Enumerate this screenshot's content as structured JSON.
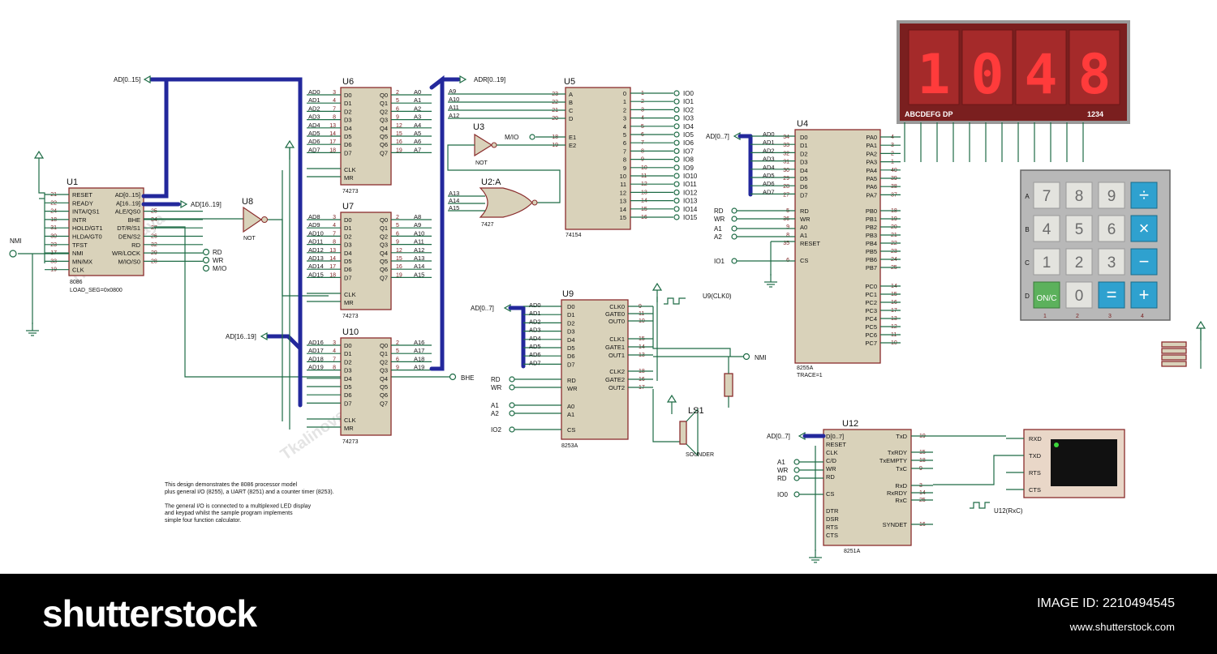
{
  "footer": {
    "logo": "shutterstock",
    "image_id": "IMAGE ID: 2210494545",
    "url": "www.shutterstock.com"
  },
  "watermark": {
    "author": "Tkalinovskaya"
  },
  "display": {
    "digits": "1048",
    "segment_label": "ABCDEFG DP",
    "digit_label": "1234"
  },
  "keypad": {
    "rows": [
      [
        "7",
        "8",
        "9",
        "÷"
      ],
      [
        "4",
        "5",
        "6",
        "×"
      ],
      [
        "1",
        "2",
        "3",
        "−"
      ],
      [
        "ON/C",
        "0",
        "=",
        "+"
      ]
    ],
    "row_labels": [
      "A",
      "B",
      "C",
      "D"
    ],
    "col_labels": [
      "1",
      "2",
      "3",
      "4"
    ]
  },
  "description": {
    "para1": [
      "This design demonstrates the 8086 processor model",
      "plus general I/O (8255), a UART (8251) and a counter timer (8253)."
    ],
    "para2": [
      "The general I/O is connected to a multiplexed LED display",
      "and keypad whilst the sample program implements",
      "simple four function calculator."
    ]
  },
  "u1": {
    "ref": "U1",
    "type": "8086",
    "note": "LOAD_SEG=0x0800",
    "left": [
      "RESET",
      "READY",
      "INTA/QS1",
      "INTR",
      "HOLD/GT1",
      "HLDA/GT0",
      "TFST",
      "NMI",
      "MN/MX",
      "CLK"
    ],
    "left_pins": [
      "21",
      "22",
      "24",
      "18",
      "31",
      "30",
      "23",
      "17",
      "33",
      "19"
    ],
    "right": [
      "AD[0..15]",
      "A[16..19]",
      "ALE/QS0",
      "BHE",
      "DT/R/S1",
      "DEN/S2",
      "RD",
      "WR/LOCK",
      "M/IO/S0"
    ],
    "right_pins": [
      "",
      "",
      "25",
      "34",
      "27",
      "26",
      "32",
      "29",
      "28"
    ]
  },
  "u8": {
    "ref": "U8",
    "type": "NOT"
  },
  "u6": {
    "ref": "U6",
    "type": "74273"
  },
  "u7": {
    "ref": "U7",
    "type": "74273"
  },
  "u10": {
    "ref": "U10",
    "type": "74273"
  },
  "latch_left": [
    "D0",
    "D1",
    "D2",
    "D3",
    "D4",
    "D5",
    "D6",
    "D7"
  ],
  "latch_right": [
    "Q0",
    "Q1",
    "Q2",
    "Q3",
    "Q4",
    "Q5",
    "Q6",
    "Q7"
  ],
  "latch_ctrl": [
    "CLK",
    "MR"
  ],
  "u6_in": [
    "AD0",
    "AD1",
    "AD2",
    "AD3",
    "AD4",
    "AD5",
    "AD6",
    "AD7"
  ],
  "u6_out": [
    "A0",
    "A1",
    "A2",
    "A3",
    "A4",
    "A5",
    "A6",
    "A7"
  ],
  "u7_in": [
    "AD8",
    "AD9",
    "AD10",
    "AD11",
    "AD12",
    "AD13",
    "AD14",
    "AD15"
  ],
  "u7_out": [
    "A8",
    "A9",
    "A10",
    "A11",
    "A12",
    "A13",
    "A14",
    "A15"
  ],
  "u10_in": [
    "AD16",
    "AD17",
    "AD18",
    "AD19",
    "",
    "",
    "",
    ""
  ],
  "u10_out": [
    "A16",
    "A17",
    "A18",
    "A19",
    "",
    "",
    "",
    ""
  ],
  "u5": {
    "ref": "U5",
    "type": "74154",
    "left": [
      "A",
      "B",
      "C",
      "D",
      "E1",
      "E2"
    ],
    "left_pins": [
      "23",
      "22",
      "21",
      "20",
      "18",
      "19"
    ],
    "inputs": [
      "A9",
      "A10",
      "A11",
      "A12"
    ],
    "outputs": [
      "IO0",
      "IO1",
      "IO2",
      "IO3",
      "IO4",
      "IO5",
      "IO6",
      "IO7",
      "IO8",
      "IO9",
      "IO10",
      "IO11",
      "IO12",
      "IO13",
      "IO14",
      "IO15"
    ]
  },
  "u3": {
    "ref": "U3",
    "type": "NOT",
    "input": "M/IO"
  },
  "u2": {
    "ref": "U2:A",
    "type": "7427",
    "inputs": [
      "A13",
      "A14",
      "A15"
    ]
  },
  "u9": {
    "ref": "U9",
    "type": "8253A",
    "left": [
      "D0",
      "D1",
      "D2",
      "D3",
      "D4",
      "D5",
      "D6",
      "D7",
      "RD",
      "WR",
      "A0",
      "A1",
      "CS"
    ],
    "right": [
      "CLK0",
      "GATE0",
      "OUT0",
      "CLK1",
      "GATE1",
      "OUT1",
      "CLK2",
      "GATE2",
      "OUT2"
    ],
    "right_pins": [
      "9",
      "11",
      "10",
      "15",
      "14",
      "13",
      "18",
      "16",
      "17"
    ],
    "ext": [
      "RD",
      "WR",
      "A1",
      "A2",
      "IO2"
    ]
  },
  "u4": {
    "ref": "U4",
    "type": "8255A",
    "note": "TRACE=1",
    "left": [
      "D0",
      "D1",
      "D2",
      "D3",
      "D4",
      "D5",
      "D6",
      "D7",
      "RD",
      "WR",
      "A0",
      "A1",
      "RESET",
      "CS"
    ],
    "left_pins": [
      "34",
      "33",
      "32",
      "31",
      "30",
      "29",
      "28",
      "27",
      "5",
      "36",
      "9",
      "8",
      "35",
      "6"
    ],
    "right": [
      "PA0",
      "PA1",
      "PA2",
      "PA3",
      "PA4",
      "PA5",
      "PA6",
      "PA7",
      "PB0",
      "PB1",
      "PB2",
      "PB3",
      "PB4",
      "PB5",
      "PB6",
      "PB7",
      "PC0",
      "PC1",
      "PC2",
      "PC3",
      "PC4",
      "PC5",
      "PC6",
      "PC7"
    ],
    "right_pins": [
      "4",
      "3",
      "2",
      "1",
      "40",
      "39",
      "38",
      "37",
      "18",
      "19",
      "20",
      "21",
      "22",
      "23",
      "24",
      "25",
      "14",
      "15",
      "16",
      "17",
      "13",
      "12",
      "11",
      "10"
    ],
    "ext": [
      "RD",
      "WR",
      "A1",
      "A2",
      "IO1"
    ]
  },
  "u12": {
    "ref": "U12",
    "type": "8251A",
    "left": [
      "D[0..7]",
      "RESET",
      "CLK",
      "C/D",
      "WR",
      "RD",
      "CS",
      "DTR",
      "DSR",
      "RTS",
      "CTS"
    ],
    "right": [
      "TxD",
      "TxRDY",
      "TxEMPTY",
      "TxC",
      "RxD",
      "RxRDY",
      "RxC",
      "SYNDET"
    ],
    "right_pins": [
      "19",
      "15",
      "18",
      "9",
      "3",
      "14",
      "25",
      "16"
    ],
    "ext": [
      "A1",
      "WR",
      "RD",
      "IO0"
    ]
  },
  "terminal": {
    "pins": [
      "RXD",
      "TXD",
      "RTS",
      "CTS"
    ]
  },
  "ls1": {
    "ref": "LS1",
    "type": "SOUNDER"
  },
  "nets": {
    "ad015": "AD[0..15]",
    "ad1619": "AD[16..19]",
    "adr019": "ADR[0..19]",
    "ad07": "AD[0..7]",
    "nmi": "NMI",
    "bhe": "BHE",
    "rd": "RD",
    "wr": "WR",
    "mio": "M/IO",
    "clk0": "U9(CLK0)",
    "rxc": "U12(RxC)",
    "not": "NOT"
  }
}
